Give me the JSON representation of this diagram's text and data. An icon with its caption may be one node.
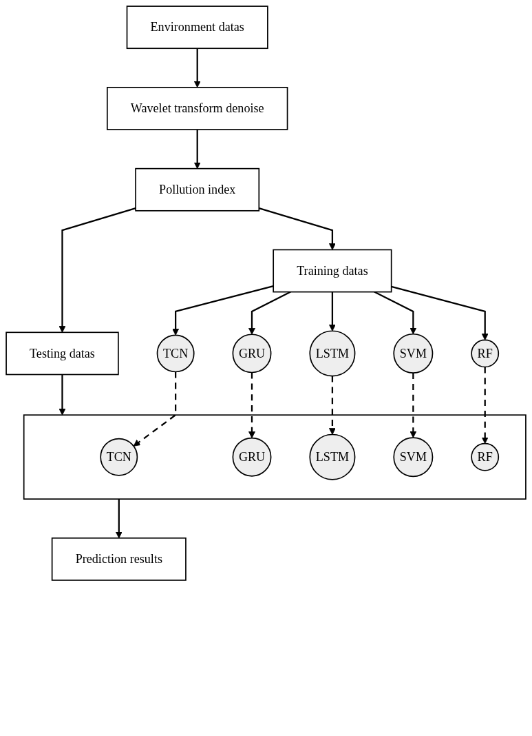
{
  "diagram": {
    "nodes": [
      {
        "text": [
          "Environment datas"
        ]
      },
      {
        "text": [
          "Wavelet transform denoise"
        ]
      },
      {
        "text": [
          "Pollution index"
        ]
      },
      {
        "text": [
          "Testing datas"
        ]
      },
      {
        "text": [
          "Training datas"
        ]
      },
      {
        "text": [
          "TCN"
        ]
      },
      {
        "text": [
          "GRU"
        ]
      },
      {
        "text": [
          "LSTM"
        ]
      },
      {
        "text": [
          "SVM"
        ]
      },
      {
        "text": [
          "RF"
        ]
      },
      {
        "text": [],
        "shape": "box"
      },
      {
        "text": [
          "TCN"
        ],
        "in": 10
      },
      {
        "text": [
          "GRU"
        ],
        "in": 10
      },
      {
        "text": [
          "LSTM"
        ],
        "in": 10
      },
      {
        "text": [
          "SVM"
        ],
        "in": 10
      },
      {
        "text": [
          "RF"
        ],
        "in": 10
      },
      {
        "text": [
          "Prediction results"
        ]
      }
    ],
    "edges": [
      {
        "from": 0,
        "to": 1,
        "arrow": "to"
      },
      {
        "from": 1,
        "to": 2,
        "arrow": "to"
      },
      {
        "from": 2,
        "to": 3,
        "arrow": "to"
      },
      {
        "from": 2,
        "to": 4,
        "arrow": "to"
      },
      {
        "from": 4,
        "to": 5,
        "arrow": "to"
      },
      {
        "from": 4,
        "to": 6,
        "arrow": "to"
      },
      {
        "from": 4,
        "to": 7,
        "arrow": "to"
      },
      {
        "from": 4,
        "to": 8,
        "arrow": "to"
      },
      {
        "from": 4,
        "to": 9,
        "arrow": "to"
      },
      {
        "from": 5,
        "to": 11,
        "arrow": "to",
        "style": "dashed"
      },
      {
        "from": 6,
        "to": 12,
        "arrow": "to",
        "style": "dashed"
      },
      {
        "from": 7,
        "to": 13,
        "arrow": "to",
        "style": "dashed"
      },
      {
        "from": 8,
        "to": 14,
        "arrow": "to",
        "style": "dashed"
      },
      {
        "from": 9,
        "to": 15,
        "arrow": "to",
        "style": "dashed"
      },
      {
        "from": 3,
        "to": 10,
        "arrow": "to"
      },
      {
        "from": 10,
        "to": 16,
        "arrow": "to"
      }
    ]
  }
}
